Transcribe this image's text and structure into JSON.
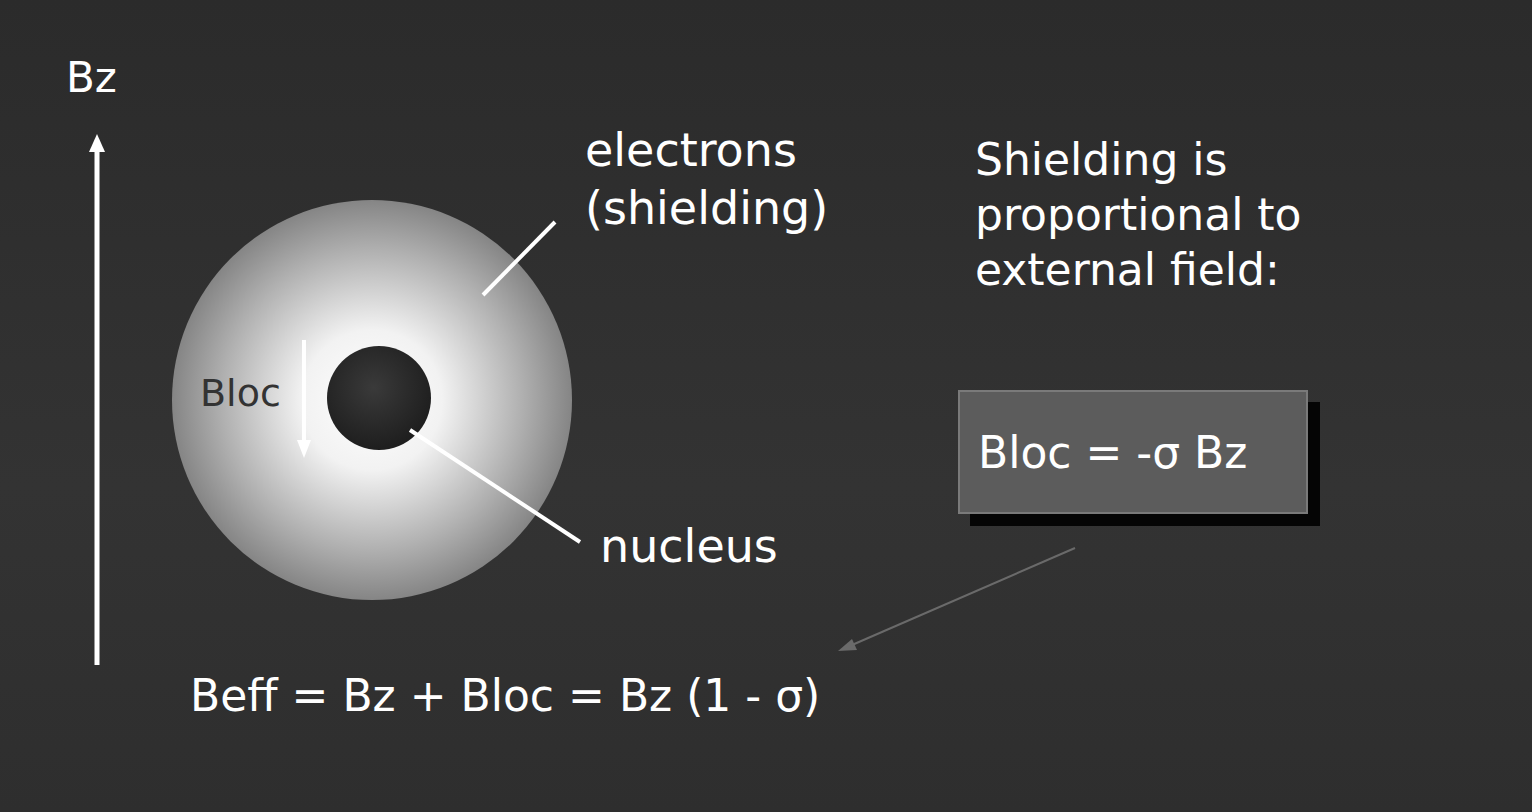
{
  "diagram": {
    "nodes": [
      {
        "text": [
          "Bloc = -σ Bz"
        ]
      }
    ],
    "labels": [
      "Bz",
      "electrons (shielding)",
      "Bloc",
      "nucleus",
      "Shielding is proportional to external field:",
      "Beff = Bz + Bloc = Bz (1 - σ)"
    ]
  }
}
